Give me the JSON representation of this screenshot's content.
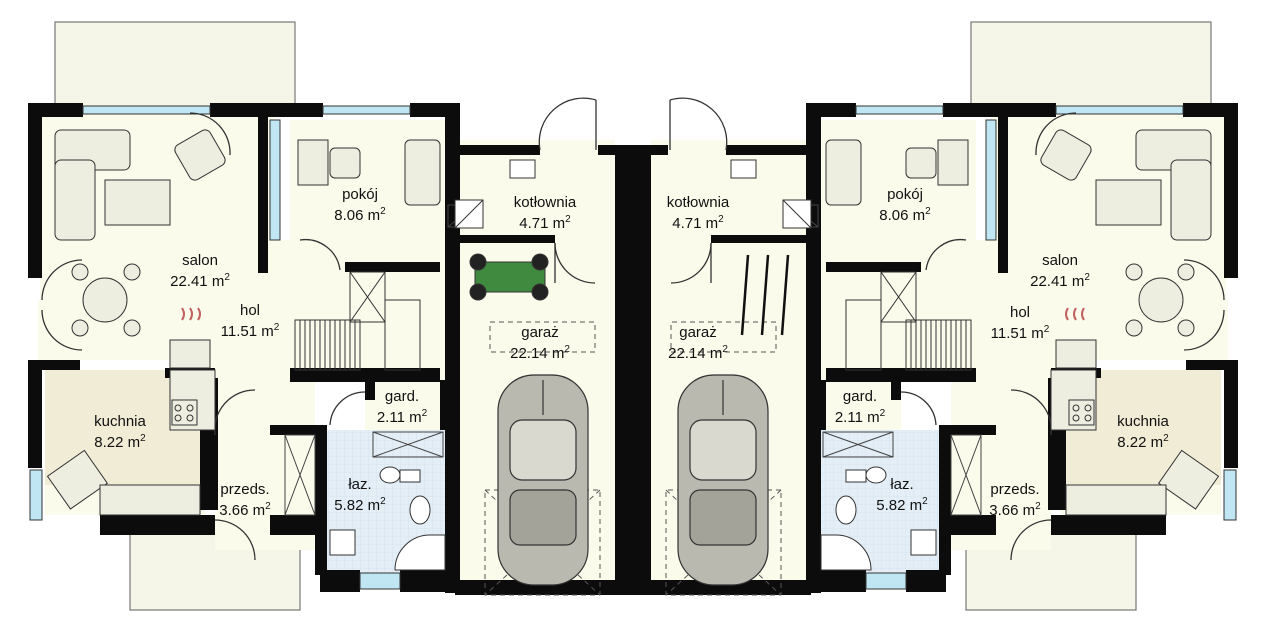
{
  "colors": {
    "wall": "#0c0c0c",
    "living": "#fbfbec",
    "kitchen": "#f1ecd6",
    "bath": "#e3eef6",
    "terrace": "#f5f5e6",
    "window": "#bfe6f2",
    "furniture": "#eeeee0",
    "line": "#333333"
  },
  "rooms": [
    {
      "id": "salon-left",
      "name": "salon",
      "area": "22.41 m",
      "unit_exp": "2"
    },
    {
      "id": "pokoj-left",
      "name": "pokój",
      "area": "8.06 m",
      "unit_exp": "2"
    },
    {
      "id": "kotlownia-left",
      "name": "kotłownia",
      "area": "4.71 m",
      "unit_exp": "2"
    },
    {
      "id": "hol-left",
      "name": "hol",
      "area": "11.51 m",
      "unit_exp": "2"
    },
    {
      "id": "garaz-left",
      "name": "garaż",
      "area": "22.14 m",
      "unit_exp": "2"
    },
    {
      "id": "kuchnia-left",
      "name": "kuchnia",
      "area": "8.22 m",
      "unit_exp": "2"
    },
    {
      "id": "gard-left",
      "name": "gard.",
      "area": "2.11 m",
      "unit_exp": "2"
    },
    {
      "id": "przeds-left",
      "name": "przeds.",
      "area": "3.66 m",
      "unit_exp": "2"
    },
    {
      "id": "laz-left",
      "name": "łaz.",
      "area": "5.82 m",
      "unit_exp": "2"
    },
    {
      "id": "kotlownia-right",
      "name": "kotłownia",
      "area": "4.71 m",
      "unit_exp": "2"
    },
    {
      "id": "pokoj-right",
      "name": "pokój",
      "area": "8.06 m",
      "unit_exp": "2"
    },
    {
      "id": "salon-right",
      "name": "salon",
      "area": "22.41 m",
      "unit_exp": "2"
    },
    {
      "id": "hol-right",
      "name": "hol",
      "area": "11.51 m",
      "unit_exp": "2"
    },
    {
      "id": "garaz-right",
      "name": "garaż",
      "area": "22.14 m",
      "unit_exp": "2"
    },
    {
      "id": "gard-right",
      "name": "gard.",
      "area": "2.11 m",
      "unit_exp": "2"
    },
    {
      "id": "kuchnia-right",
      "name": "kuchnia",
      "area": "8.22 m",
      "unit_exp": "2"
    },
    {
      "id": "laz-right",
      "name": "łaz.",
      "area": "5.82 m",
      "unit_exp": "2"
    },
    {
      "id": "przeds-right",
      "name": "przeds.",
      "area": "3.66 m",
      "unit_exp": "2"
    }
  ]
}
